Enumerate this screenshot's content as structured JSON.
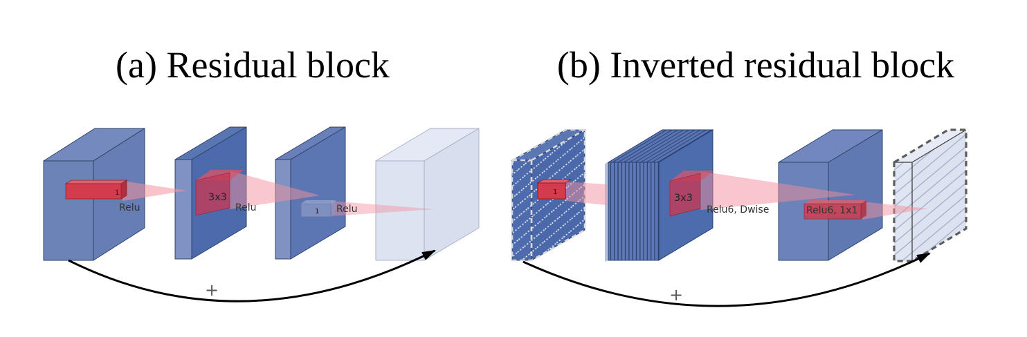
{
  "figure": {
    "title_a": "(a) Residual block",
    "title_b": "(b) Inverted residual block"
  },
  "diagram_a": {
    "block1_kernel_label": "1",
    "block1_activation": "Relu",
    "block2_kernel_label": "3x3",
    "block2_activation": "Relu",
    "block3_kernel_label": "1",
    "block3_activation": "Relu",
    "plus_sign": "+"
  },
  "diagram_b": {
    "block1_kernel_label": "1",
    "block2_kernel_label": "3x3",
    "block2_activation": "Relu6, Dwise",
    "block3_activation": "Relu6, 1x1",
    "plus_sign": "+"
  },
  "colors": {
    "block_blue_front": "#6c83b8",
    "block_blue_top": "#7489bd",
    "block_blue_side": "#667eb4",
    "block_blue_dark": "#4d6bac",
    "block_blue_edge_strip": "#8092c2",
    "block_light_face": "#dce2f0",
    "kernel_red_solid": "#d23c4c",
    "kernel_red_translucent": "#c53a56",
    "cone_pink": "#f2919d",
    "stripe_white": "#ffffff",
    "hatch_gray": "#99a3be",
    "dash_light": "#d8d8d8",
    "dash_dark": "#5c5c5c",
    "arrow_black": "#000000",
    "plus_gray": "#5a5a5a",
    "label_dark": "#333333"
  }
}
